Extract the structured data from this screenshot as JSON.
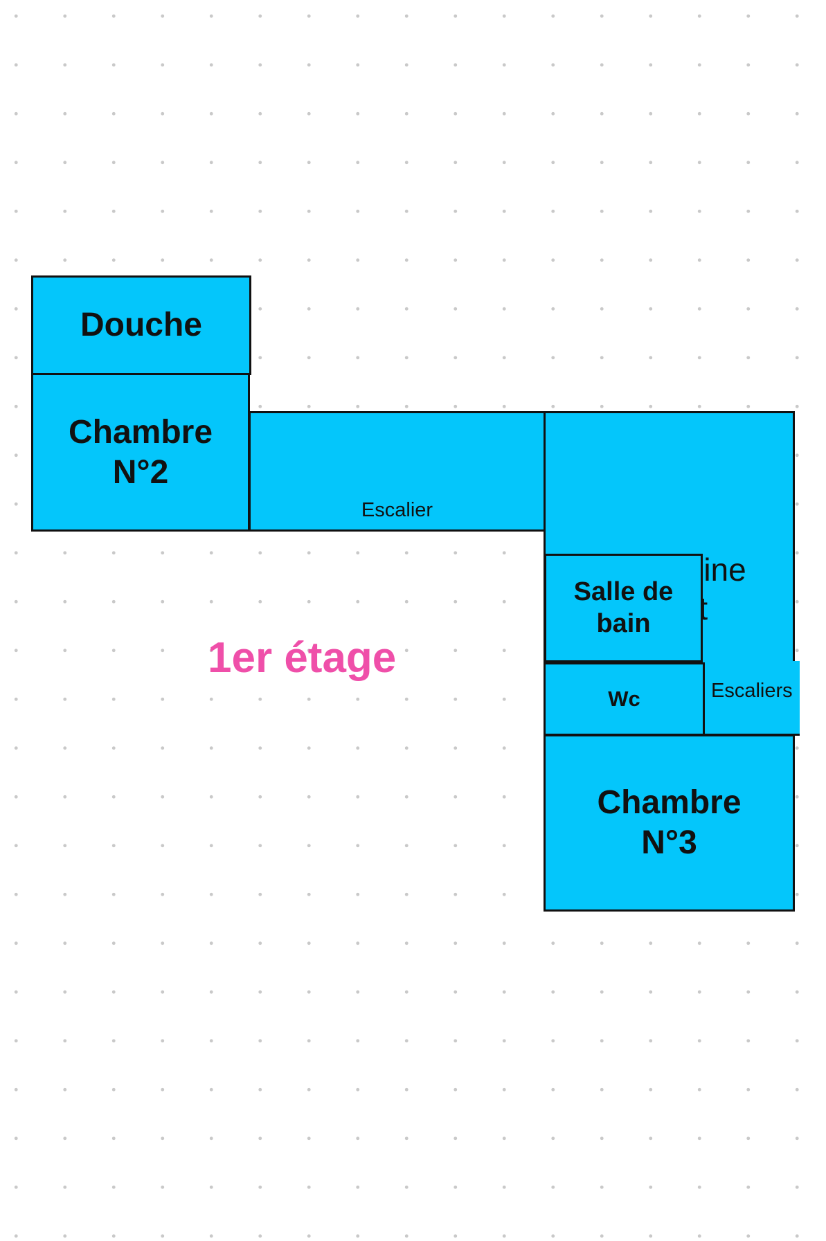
{
  "rooms": {
    "douche": "Douche",
    "chambre2": [
      "Chambre",
      "N°2"
    ],
    "escalier": "Escalier",
    "mezzanine": [
      "Mezzanine",
      "+ filet"
    ],
    "salle_de_bain": [
      "Salle de",
      "bain"
    ],
    "wc": "Wc",
    "escaliers": "Escaliers",
    "chambre3": [
      "Chambre",
      "N°3"
    ]
  },
  "floor_label": "1er étage",
  "colors": {
    "room_fill": "#04c6fb",
    "outline": "#111111",
    "floor_label": "#ef4fa9",
    "grid_dot": "#c9c9c9"
  }
}
